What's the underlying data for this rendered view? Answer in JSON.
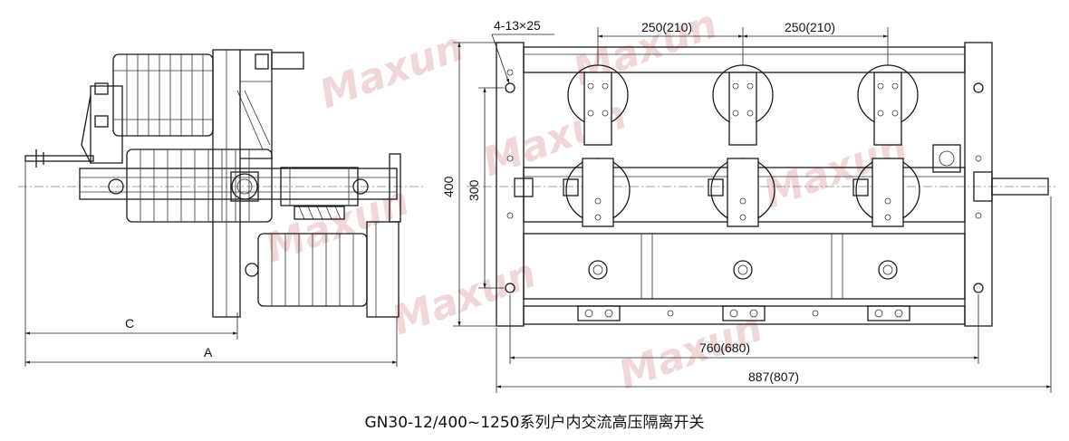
{
  "caption": "GN30-12/400~1250系列户内交流高压隔离开关",
  "watermark": "Maxun",
  "dimensions": {
    "holes": "4-13×25",
    "pitch_1": "250(210)",
    "pitch_2": "250(210)",
    "height": "400",
    "mount_height": "300",
    "mount_width": "760(680)",
    "overall_width": "887(807)",
    "c": "C",
    "a": "A"
  },
  "colors": {
    "line": "#1a1a1a",
    "watermark": "#e7b8b8"
  }
}
